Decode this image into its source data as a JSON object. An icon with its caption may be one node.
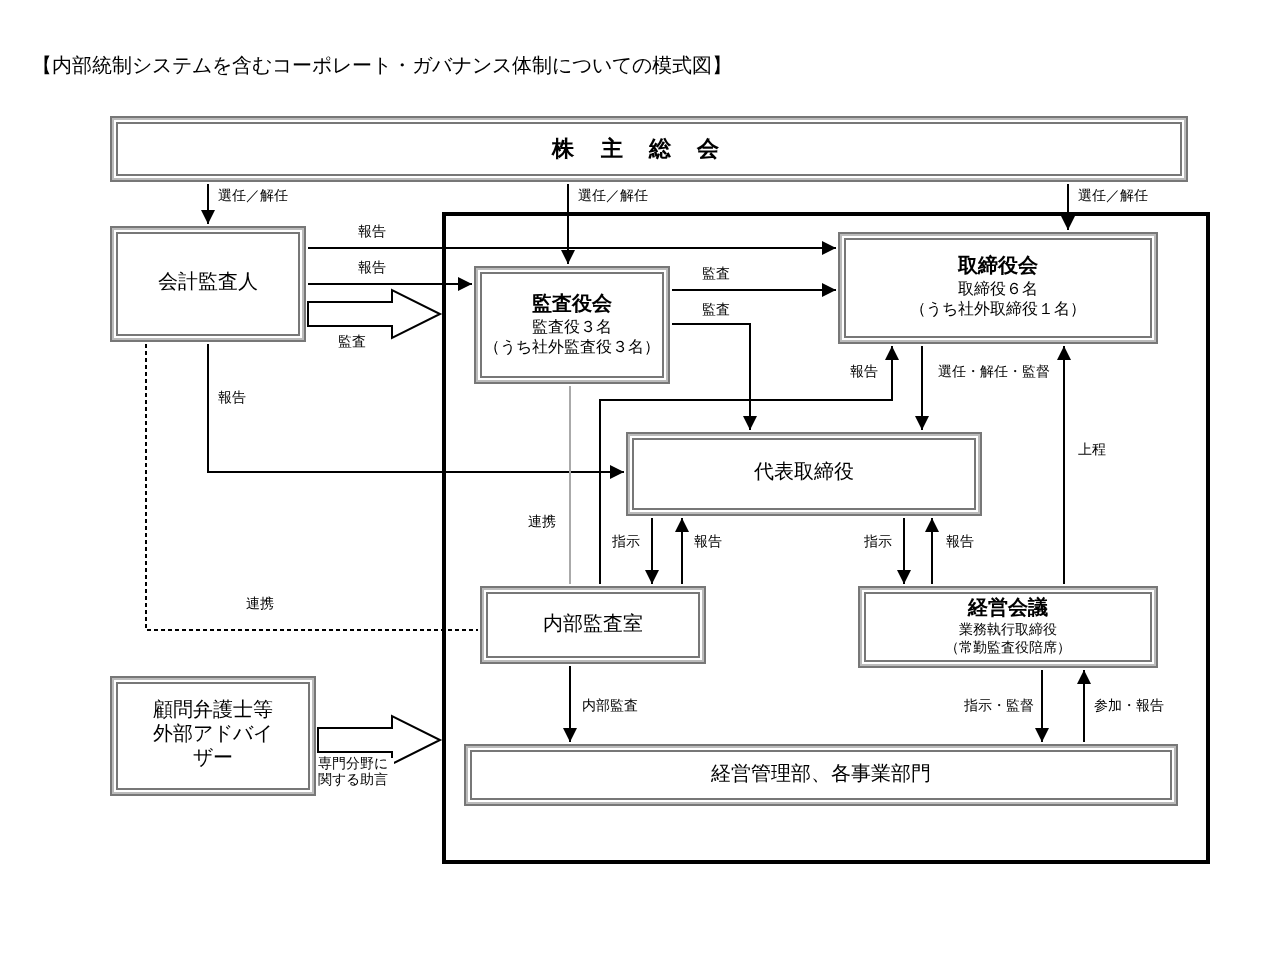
{
  "diagram": {
    "title": "【内部統制システムを含むコーポレート・ガバナンス体制についての模式図】",
    "nodes": [
      {
        "text": [
          "株主総会"
        ]
      },
      {
        "text": [
          "会計監査人"
        ]
      },
      {
        "text": [],
        "shape": "box"
      },
      {
        "text": [
          "監査役会",
          "監査役３名",
          "（うち社外監査役３名）"
        ],
        "in": 2
      },
      {
        "text": [
          "取締役会",
          "取締役６名",
          "（うち社外取締役１名）"
        ],
        "in": 2
      },
      {
        "text": [
          "代表取締役"
        ],
        "in": 2
      },
      {
        "text": [
          "内部監査室"
        ],
        "in": 2
      },
      {
        "text": [
          "経営会議",
          "業務執行取締役",
          "（常勤監査役陪席）"
        ],
        "in": 2
      },
      {
        "text": [
          "経営管理部、各事業部門"
        ],
        "in": 2
      },
      {
        "text": [
          "顧問弁護士等外部アドバイザー"
        ]
      }
    ],
    "edges": [
      {
        "from": 0,
        "to": 1,
        "arrow": "to",
        "label": "選任／解任"
      },
      {
        "from": 0,
        "to": 3,
        "arrow": "to",
        "label": "選任／解任"
      },
      {
        "from": 0,
        "to": 4,
        "arrow": "to",
        "label": "選任／解任"
      },
      {
        "from": 1,
        "to": 4,
        "arrow": "to",
        "label": "報告"
      },
      {
        "from": 1,
        "to": 3,
        "arrow": "to",
        "label": "報告"
      },
      {
        "from": 1,
        "to": 2,
        "arrow": "to",
        "label": "監査",
        "style": "thick"
      },
      {
        "from": 3,
        "to": 4,
        "arrow": "to",
        "label": "監査"
      },
      {
        "from": 3,
        "to": 5,
        "arrow": "to",
        "label": "監査"
      },
      {
        "from": 1,
        "to": 5,
        "arrow": "to",
        "label": "報告"
      },
      {
        "from": 6,
        "to": 4,
        "arrow": "to",
        "label": "報告"
      },
      {
        "from": 4,
        "to": 5,
        "arrow": "to",
        "label": "選任・解任・監督"
      },
      {
        "from": 5,
        "to": 6,
        "arrow": "to",
        "label": "指示"
      },
      {
        "from": 6,
        "to": 5,
        "arrow": "to",
        "label": "報告"
      },
      {
        "from": 5,
        "to": 7,
        "arrow": "to",
        "label": "指示"
      },
      {
        "from": 7,
        "to": 5,
        "arrow": "to",
        "label": "報告"
      },
      {
        "from": 7,
        "to": 4,
        "arrow": "to",
        "label": "上程"
      },
      {
        "from": 7,
        "to": 8,
        "arrow": "to",
        "label": "指示・監督"
      },
      {
        "from": 8,
        "to": 7,
        "arrow": "to",
        "label": "参加・報告"
      },
      {
        "from": 6,
        "to": 8,
        "arrow": "to",
        "label": "内部監査"
      },
      {
        "from": 3,
        "to": 6,
        "arrow": "none",
        "label": "連携",
        "color": "#aaaaaa"
      },
      {
        "from": 1,
        "to": 6,
        "arrow": "none",
        "label": "連携",
        "style": "dashed"
      },
      {
        "from": 9,
        "to": 2,
        "arrow": "to",
        "label": "専門分野に関する助言",
        "style": "thick"
      }
    ]
  }
}
